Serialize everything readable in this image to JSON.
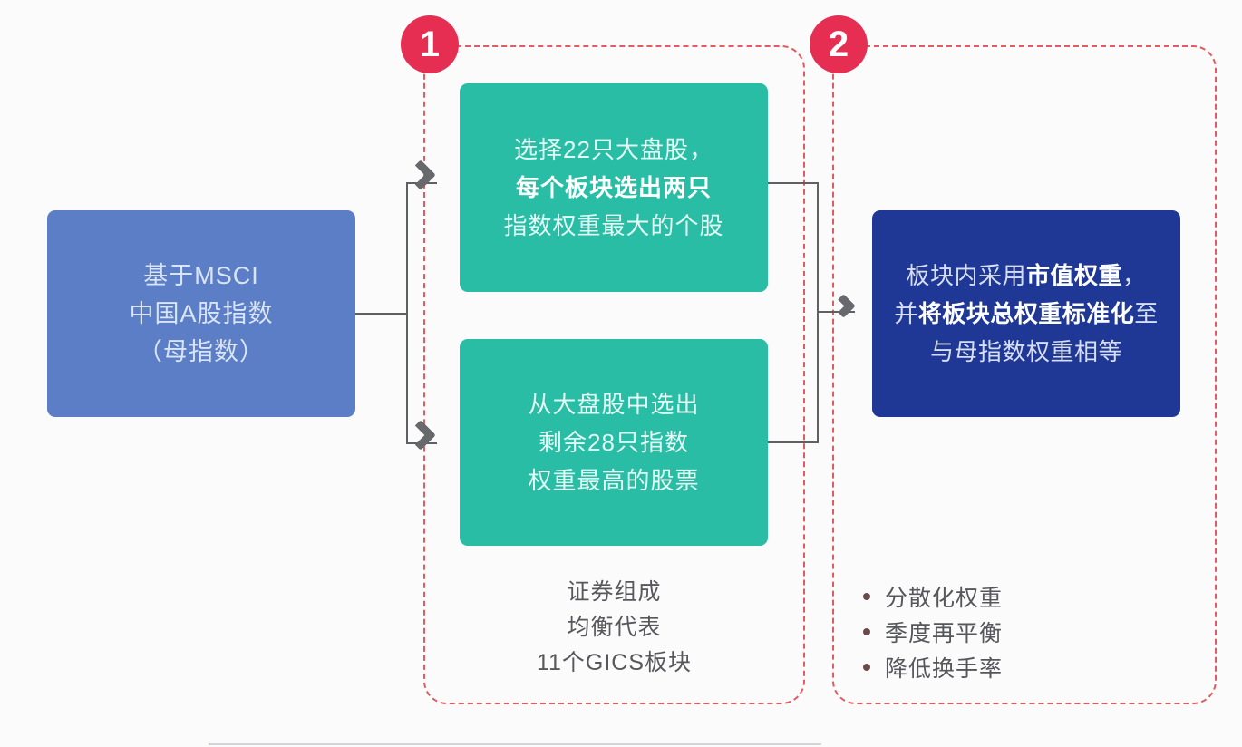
{
  "source_box": {
    "l1": "基于MSCI",
    "l2": "中国A股指数",
    "l3": "（母指数）"
  },
  "step1": {
    "badge": "1",
    "top_box": {
      "l1": "选择22只大盘股，",
      "l2": "每个板块选出两只",
      "l3": "指数权重最大的个股"
    },
    "bottom_box": {
      "l1": "从大盘股中选出",
      "l2": "剩余28只指数",
      "l3": "权重最高的股票"
    },
    "caption": [
      "证券组成",
      "均衡代表",
      "11个GICS板块"
    ]
  },
  "step2": {
    "badge": "2",
    "box": {
      "l1a": "板块内采用",
      "l1b": "市值权重",
      "l1c": "，",
      "l2a": "并",
      "l2b": "将板块总权重标准化",
      "l2c": "至",
      "l3": "与母指数权重相等"
    },
    "bullets": [
      "分散化权重",
      "季度再平衡",
      "降低换手率"
    ]
  },
  "colors": {
    "accent_red": "#e62e52",
    "dashed_border": "#e25b5e",
    "teal": "#2abda6",
    "source_blue": "#5b7ec6",
    "navy": "#1f3795",
    "connector_gray": "#5f6064",
    "caption_gray": "#58585c"
  }
}
